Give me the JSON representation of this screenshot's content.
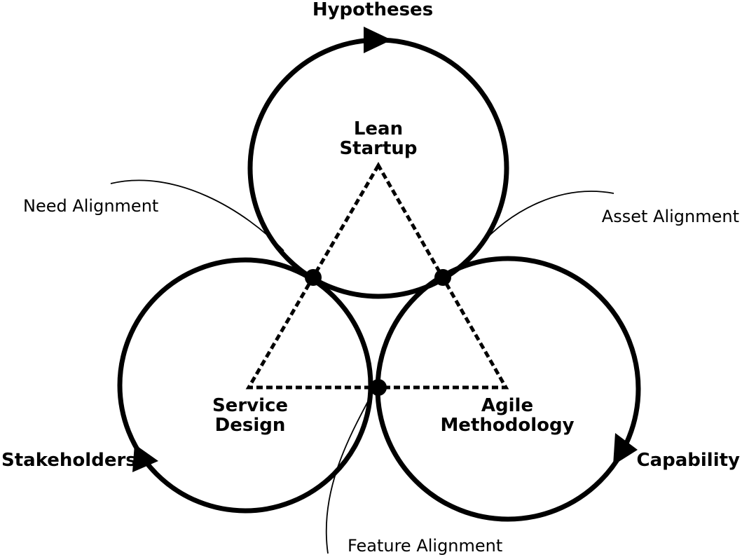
{
  "diagram": {
    "top_label": "Hypotheses",
    "left_label": "Stakeholders",
    "right_label": "Capability",
    "methods": {
      "lean_line1": "Lean",
      "lean_line2": "Startup",
      "service_line1": "Service",
      "service_line2": "Design",
      "agile_line1": "Agile",
      "agile_line2": "Methodology"
    },
    "alignments": {
      "need": "Need Alignment",
      "asset": "Asset Alignment",
      "feature": "Feature Alignment"
    }
  }
}
